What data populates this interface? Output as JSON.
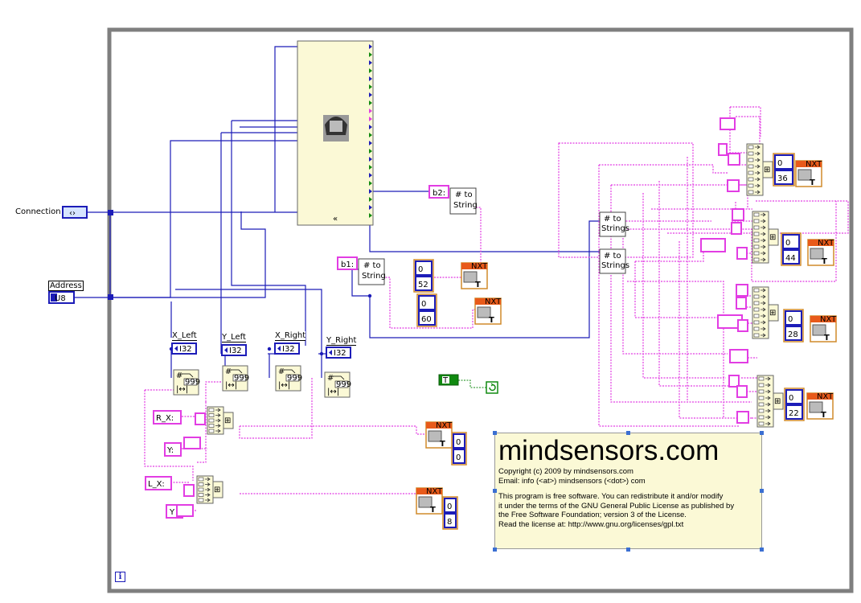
{
  "terminals": {
    "connection": "Connection",
    "address": "Address",
    "address_type": "U8",
    "x_left": "X_Left",
    "y_left": "Y_Left",
    "x_right": "X_Right",
    "y_right": "Y_Right",
    "i32": "I32",
    "bool_true": "T"
  },
  "constants": {
    "b1": "b1:",
    "b2": "b2:",
    "rx": "R_X:",
    "y1": "Y:",
    "lx": "L_X:",
    "y2": "Y"
  },
  "functions": {
    "num_to": "# to",
    "string": "String",
    "strings": "Strings",
    "nine": "999",
    "hash": "#",
    "nxt": "NXT"
  },
  "displays": {
    "d1": [
      "0",
      "52"
    ],
    "d2": [
      "0",
      "60"
    ],
    "d3": [
      "0",
      "0"
    ],
    "d4": [
      "0",
      "8"
    ],
    "d5": [
      "0",
      "36"
    ],
    "d6": [
      "0",
      "44"
    ],
    "d7": [
      "0",
      "28"
    ],
    "d8": [
      "0",
      "22"
    ]
  },
  "comment": {
    "title": "mindsensors.com",
    "line1": "Copyright (c) 2009 by mindsensors.com",
    "line2": "Email: info (<at>) mindsensors (<dot>) com",
    "line3": "This program is free software. You can redistribute it and/or modify",
    "line4": "it under the terms of the GNU General Public License as published by",
    "line5": "the Free Software Foundation; version 3 of the License.",
    "line6": "Read the license at: http://www.gnu.org/licenses/gpl.txt"
  },
  "info_icon": "i",
  "colors": {
    "int_wire": "#1c1cb8",
    "string_wire": "#e23de3",
    "bool_wire": "#108a10",
    "frame": "#7f7f7f",
    "node_fill": "#fbf9d6"
  }
}
